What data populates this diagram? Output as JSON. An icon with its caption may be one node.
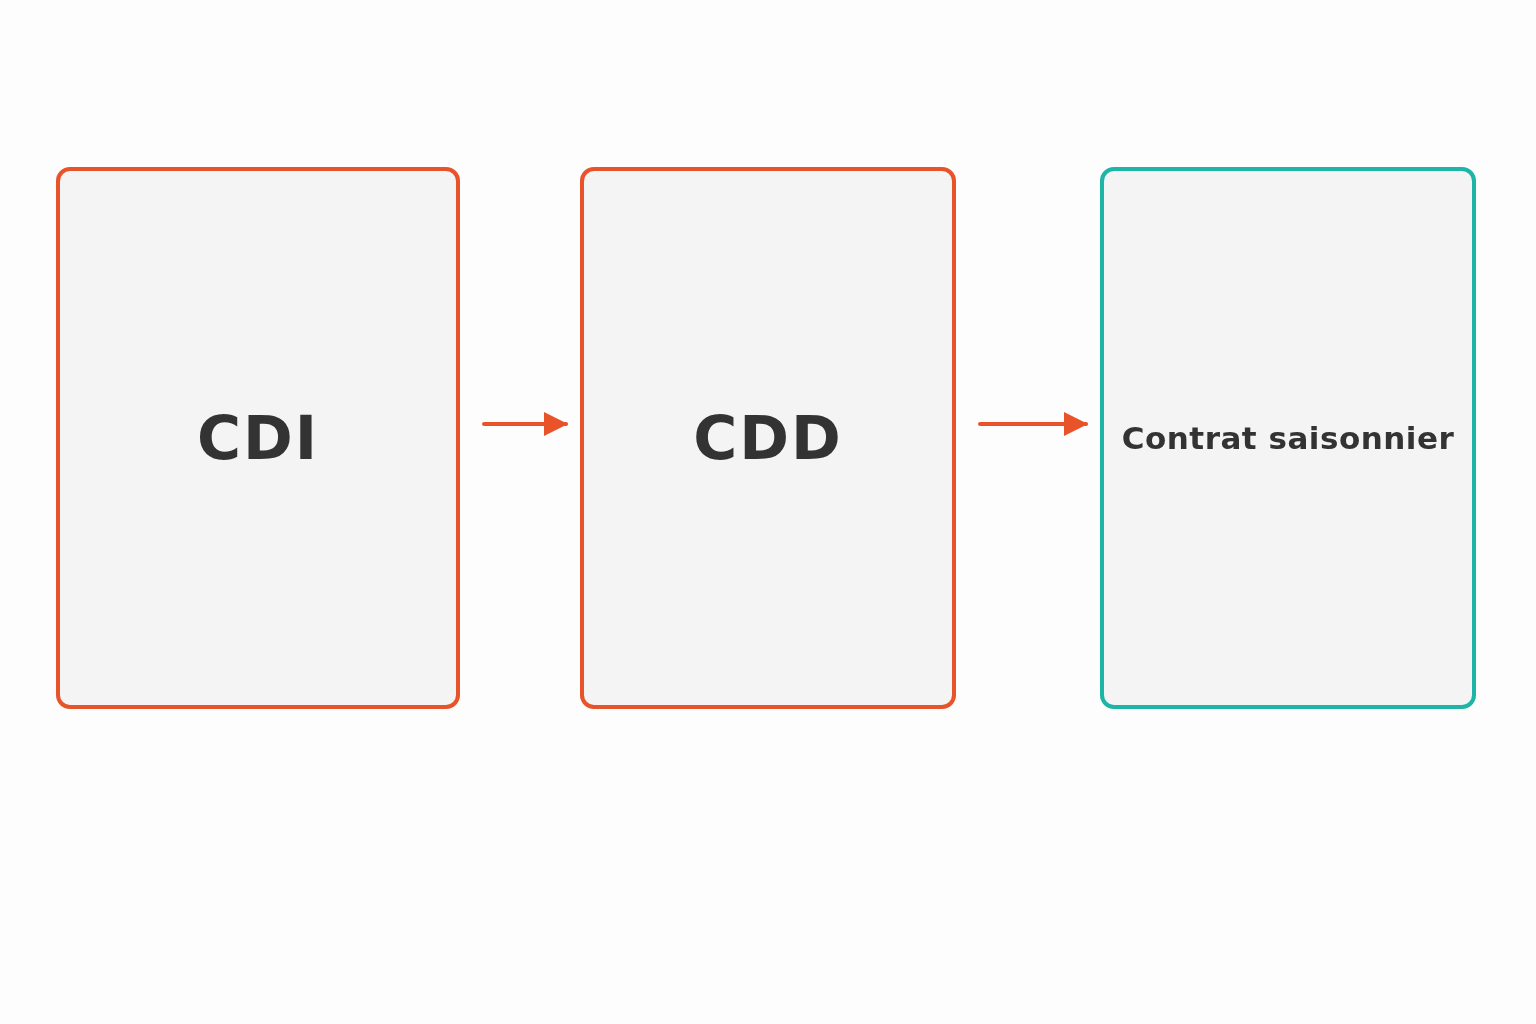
{
  "diagram": {
    "nodes": [
      {
        "text": [
          "CDI"
        ]
      },
      {
        "text": [
          "CDD"
        ]
      },
      {
        "text": [
          "Contrat saisonnier"
        ]
      }
    ],
    "edges": [
      {
        "from": 0,
        "to": 1,
        "arrow": "to"
      },
      {
        "from": 1,
        "to": 2,
        "arrow": "to"
      }
    ]
  }
}
